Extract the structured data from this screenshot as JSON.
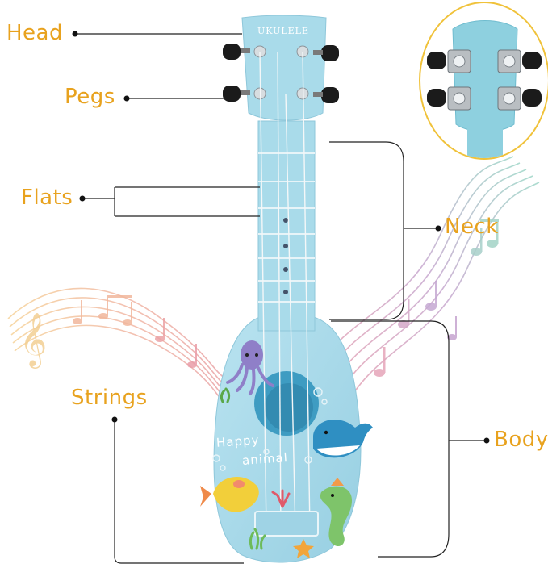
{
  "headstock_text": "UKULELE",
  "body_text": [
    "Happy",
    "animal"
  ],
  "labels": {
    "head": "Head",
    "pegs": "Pegs",
    "flats": "Flats",
    "neck": "Neck",
    "strings": "Strings",
    "body": "Body"
  },
  "colors": {
    "ukulele_body": "#a9dbea",
    "label_text": "#e8a21e",
    "leader_line": "#222222",
    "inset_border": "#f0c23a"
  }
}
